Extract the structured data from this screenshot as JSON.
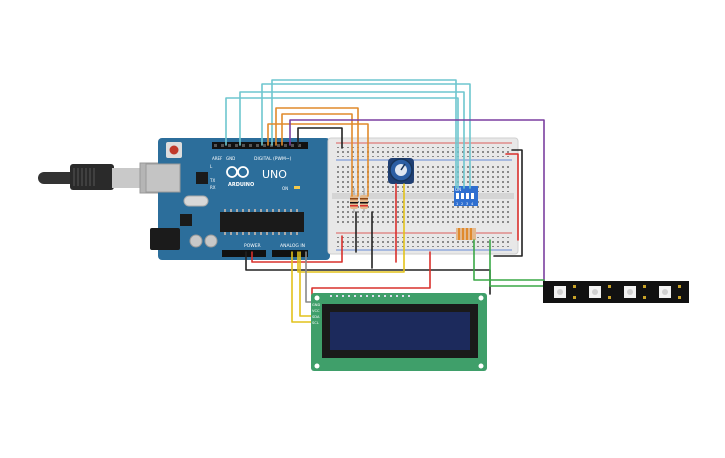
{
  "arduino": {
    "brand": "ARDUINO",
    "model": "UNO",
    "digital_label": "DIGITAL (PWM~)",
    "power_label": "POWER",
    "analog_label": "ANALOG IN",
    "aref_label": "AREF",
    "gnd_label": "GND",
    "tx_label": "TX",
    "rx_label": "RX",
    "on_label": "ON",
    "l_label": "L"
  },
  "dip_switch": {
    "on_label": "ON",
    "numbers": [
      "1",
      "2",
      "3",
      "4"
    ]
  },
  "lcd": {
    "pin_labels": [
      "GND",
      "VCC",
      "SDA",
      "SCL"
    ]
  },
  "colors": {
    "board": "#2c6e9b",
    "breadboard": "#e8e8e8",
    "lcd_pcb": "#3f9f6a",
    "lcd_screen": "#1c2a5c",
    "led_strip": "#111111",
    "wire_cyan": "#6ec6cf",
    "wire_orange": "#e08a2c",
    "wire_purple": "#7b3fa0",
    "wire_red": "#d9302c",
    "wire_black": "#222222",
    "wire_yellow": "#e2c21b",
    "wire_green": "#3aa847"
  }
}
